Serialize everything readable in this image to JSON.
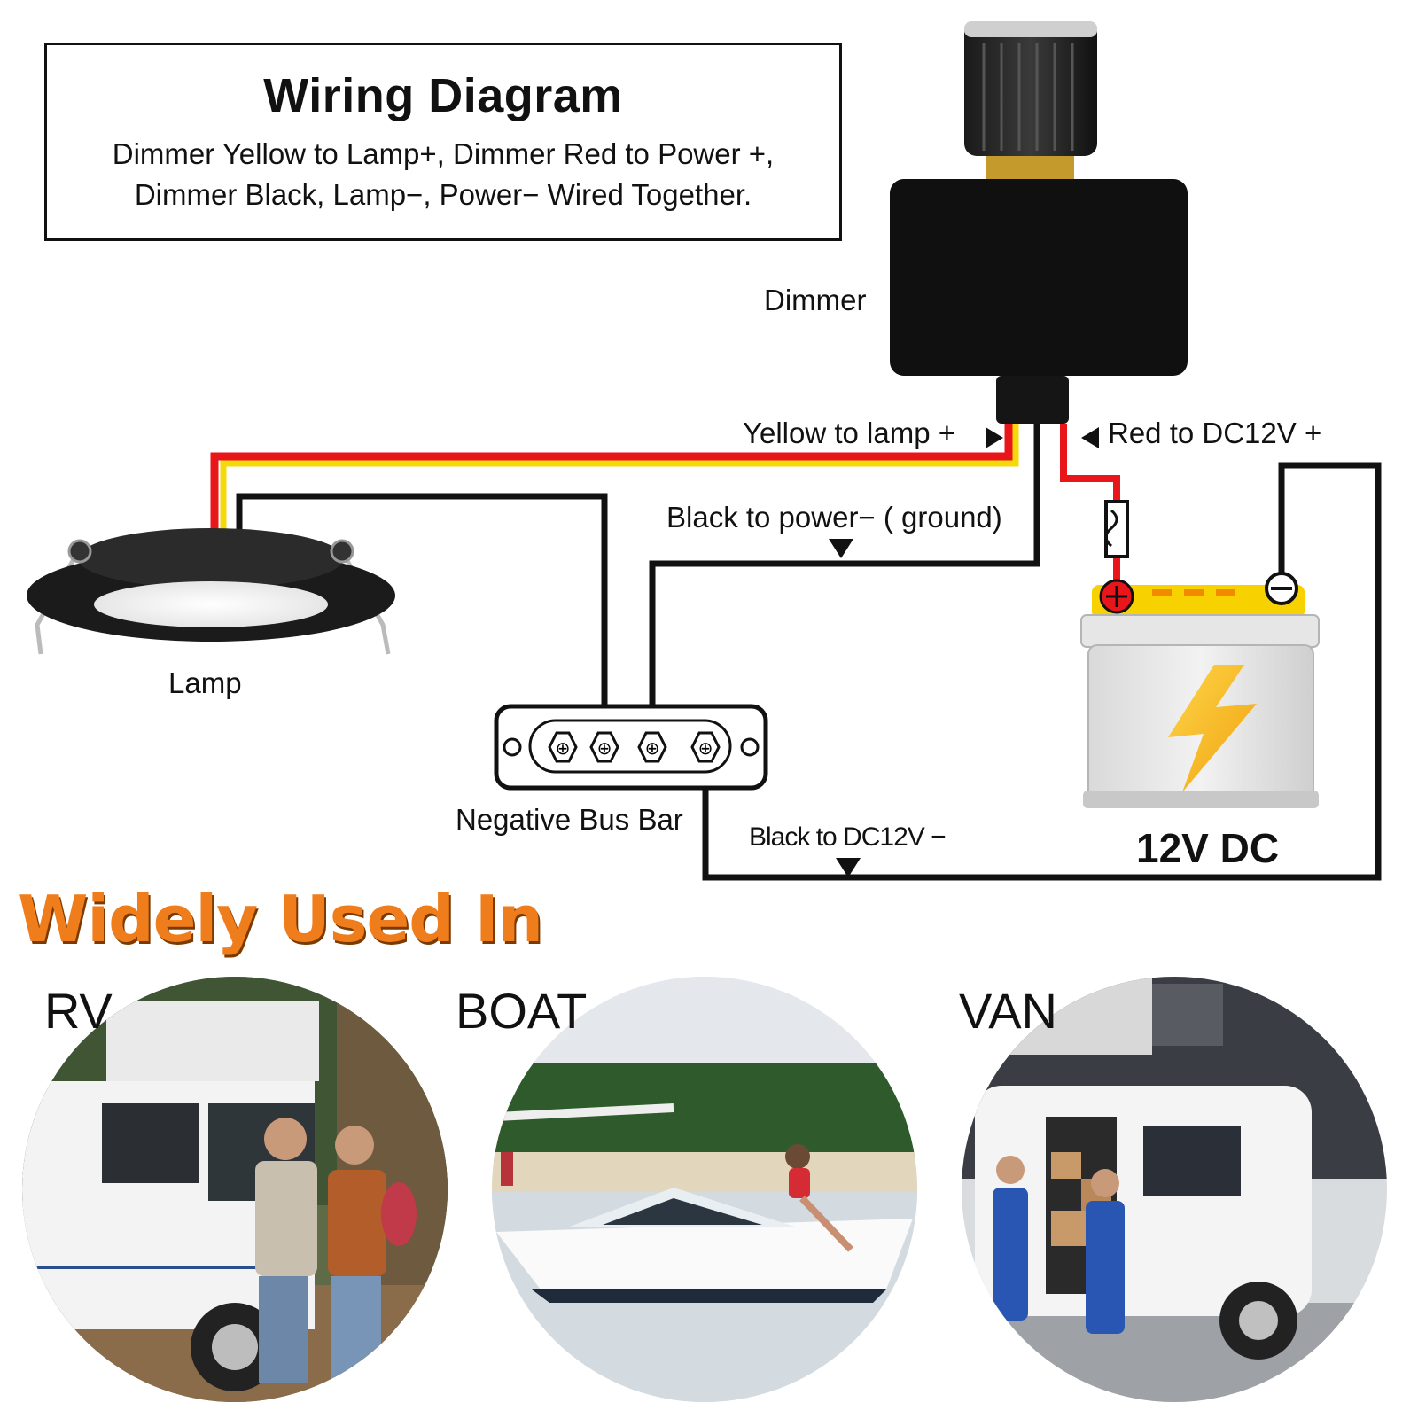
{
  "header": {
    "title": "Wiring Diagram",
    "line1": "Dimmer Yellow to Lamp+,   Dimmer Red to Power +,",
    "line2": "Dimmer Black, Lamp−, Power− Wired Together."
  },
  "labels": {
    "dimmer": "Dimmer",
    "lamp": "Lamp",
    "bus_bar": "Negative Bus Bar",
    "yellow": "Yellow to lamp +",
    "red": "Red to DC12V +",
    "black_power": "Black to power− ( ground)",
    "black_dc": "Black to DC12V −",
    "battery": "12V DC"
  },
  "section_title": "Widely Used In",
  "applications": [
    {
      "label": "RV"
    },
    {
      "label": "BOAT"
    },
    {
      "label": "VAN"
    }
  ],
  "colors": {
    "red_wire": "#e8161b",
    "yellow_wire": "#f5d90a",
    "black_wire": "#111111",
    "accent_orange": "#f07d1b"
  }
}
